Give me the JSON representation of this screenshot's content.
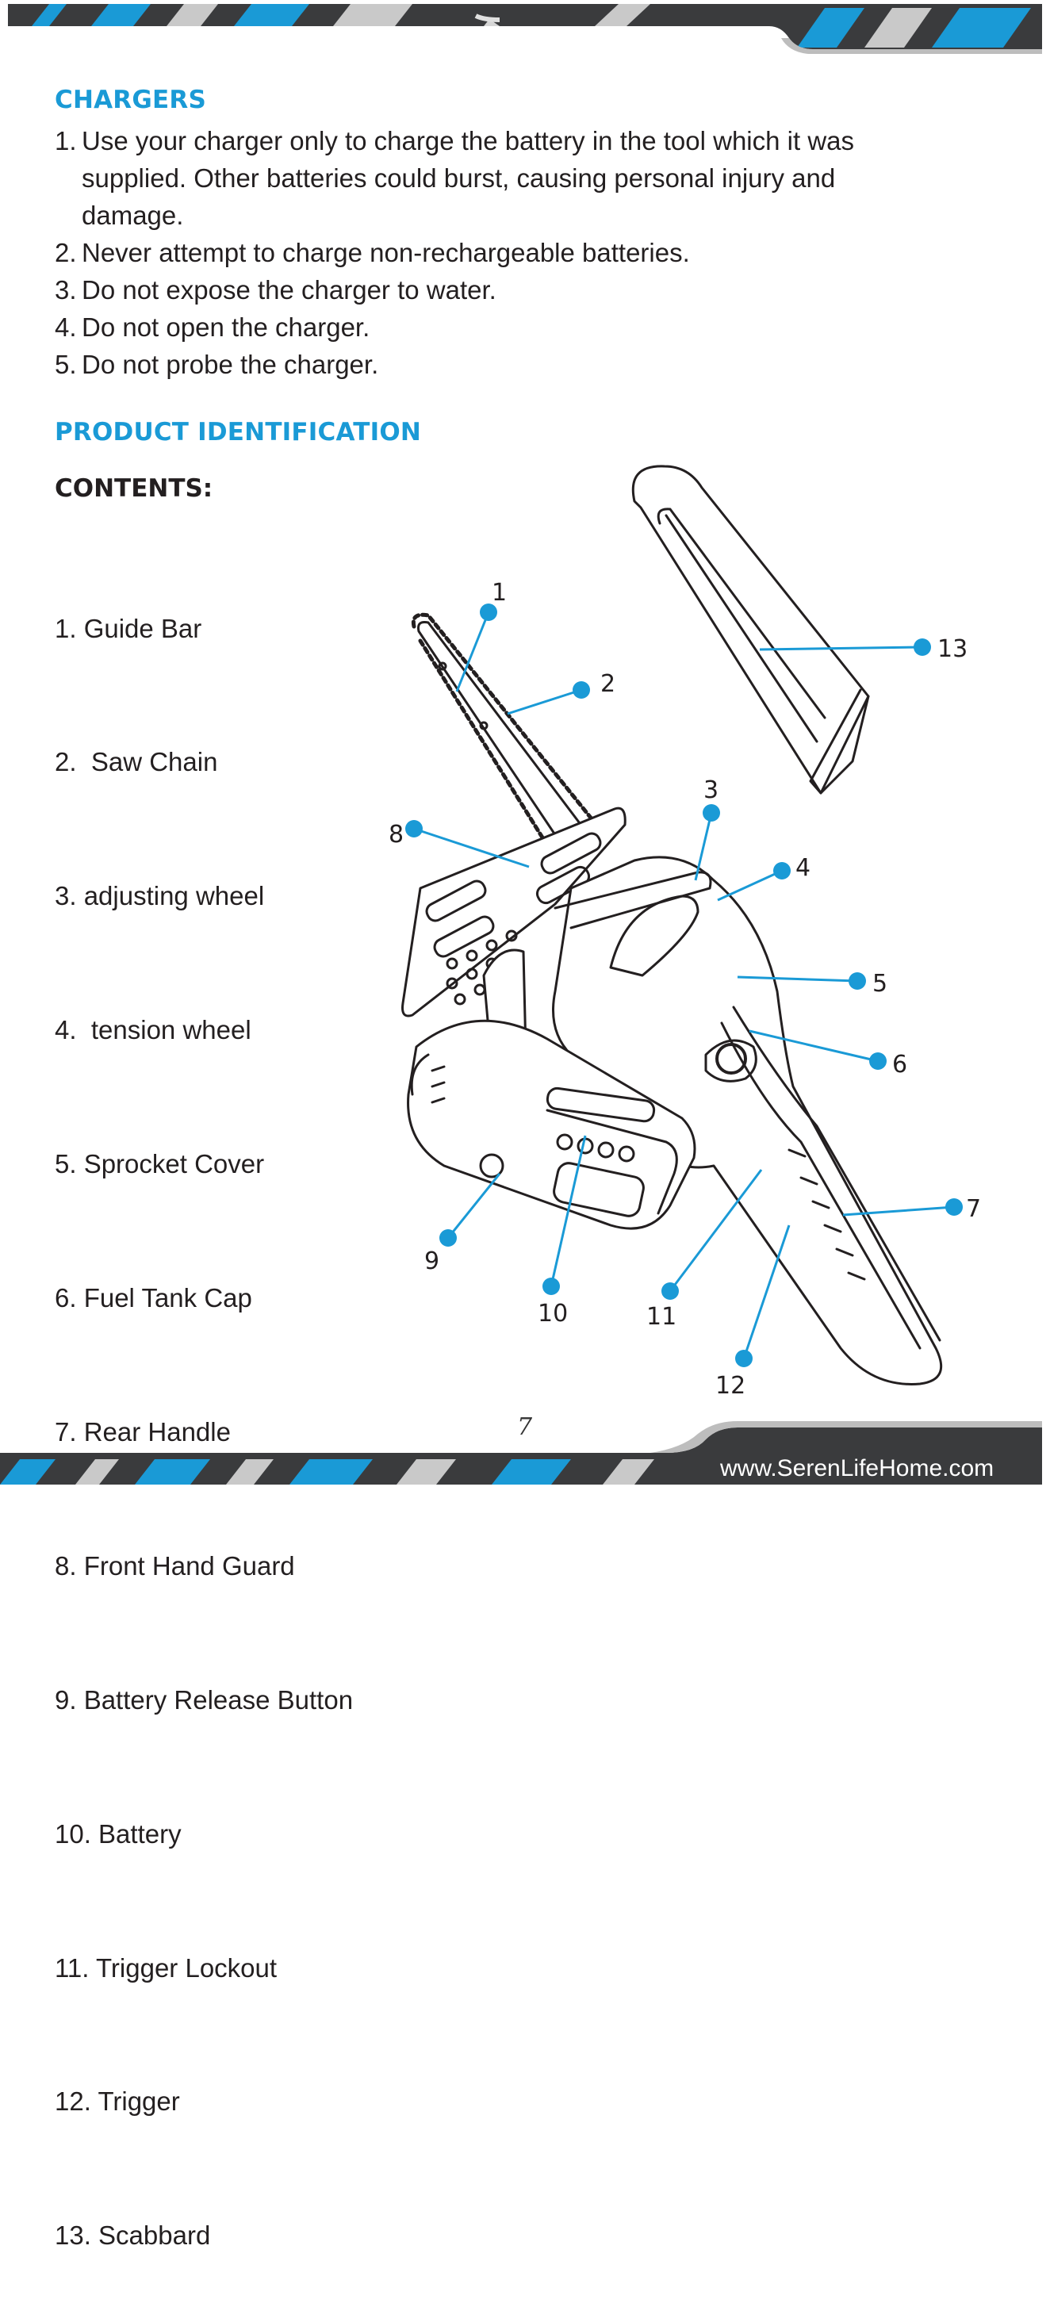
{
  "chargers": {
    "title": "CHARGERS",
    "items": [
      {
        "num": "1.",
        "text": "Use your charger only to charge the battery in the tool which it was supplied. Other batteries could burst, causing personal injury and damage."
      },
      {
        "num": "2.",
        "text": "Never attempt to charge non-rechargeable batteries."
      },
      {
        "num": "3.",
        "text": "Do not expose the charger to water."
      },
      {
        "num": "4.",
        "text": "Do not open the charger."
      },
      {
        "num": "5.",
        "text": "Do not probe the charger."
      }
    ]
  },
  "product_identification": {
    "title": "PRODUCT IDENTIFICATION",
    "contents_title": "CONTENTS:",
    "contents": [
      "1. Guide Bar",
      "2.  Saw Chain",
      "3. adjusting wheel",
      "4.  tension wheel",
      "5. Sprocket Cover",
      "6. Fuel Tank Cap",
      "7. Rear Handle",
      "8. Front Hand Guard",
      "9. Battery Release Button",
      "10. Battery",
      "11. Trigger Lockout",
      "12. Trigger",
      "13. Scabbard"
    ]
  },
  "diagram": {
    "callouts": [
      "1",
      "2",
      "3",
      "4",
      "5",
      "6",
      "7",
      "8",
      "9",
      "10",
      "11",
      "12",
      "13"
    ]
  },
  "footer": {
    "page_number": "7",
    "website": "www.SerenLifeHome.com"
  },
  "colors": {
    "accent": "#1a9ad6",
    "text": "#231f20",
    "band_dark": "#3a3b3d"
  }
}
